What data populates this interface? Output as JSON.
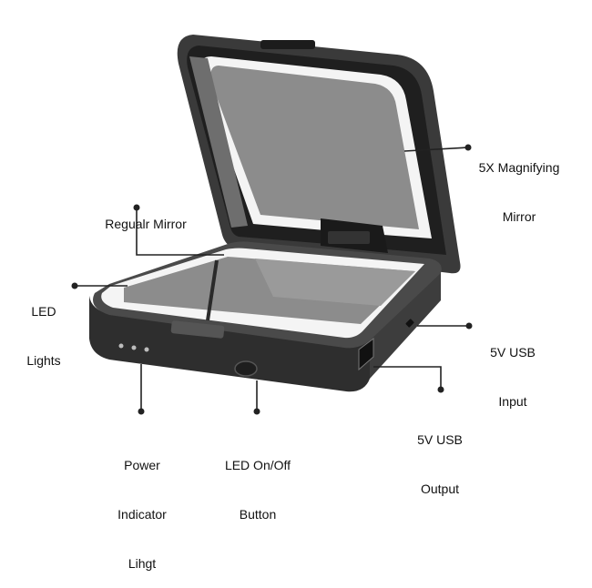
{
  "callouts": {
    "magnifying_mirror": {
      "lines": [
        "5X Magnifying",
        "Mirror"
      ]
    },
    "regular_mirror": {
      "lines": [
        "Regualr Mirror"
      ]
    },
    "led_lights": {
      "lines": [
        "LED",
        "Lights"
      ]
    },
    "usb_input": {
      "lines": [
        "5V USB",
        "Input"
      ]
    },
    "usb_output": {
      "lines": [
        "5V USB",
        "Output"
      ]
    },
    "power_indicator": {
      "lines": [
        "Power",
        "Indicator",
        "Lihgt"
      ]
    },
    "led_button": {
      "lines": [
        "LED On/Off",
        "Button"
      ]
    }
  },
  "colors": {
    "shell": "#3a3a3a",
    "shell_dark": "#262626",
    "mirror": "#8c8c8c",
    "led_ring": "#f4f4f4",
    "leader": "#222222"
  }
}
